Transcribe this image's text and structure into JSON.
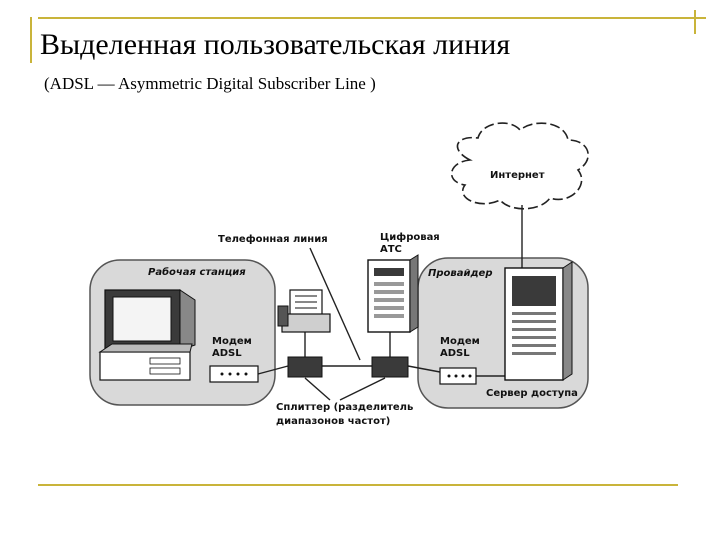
{
  "slide": {
    "title": "Выделенная пользовательская линия",
    "subtitle": "(ADSL — Asymmetric Digital Subscriber Line )"
  },
  "diagram": {
    "internet_label": "Интернет",
    "phone_line_label": "Телефонная линия",
    "digital_ats_label_1": "Цифровая",
    "digital_ats_label_2": "АТС",
    "workstation_label": "Рабочая станция",
    "provider_label": "Провайдер",
    "modem_left_label_1": "Модем",
    "modem_left_label_2": "ADSL",
    "modem_right_label_1": "Модем",
    "modem_right_label_2": "ADSL",
    "access_server_label": "Сервер доступа",
    "splitter_label_1": "Сплиттер (разделитель",
    "splitter_label_2": "диапазонов частот)"
  },
  "colors": {
    "accent_line": "#c9b43a",
    "zone_fill": "#d9d9d9",
    "device_dark": "#3a3a3a"
  }
}
